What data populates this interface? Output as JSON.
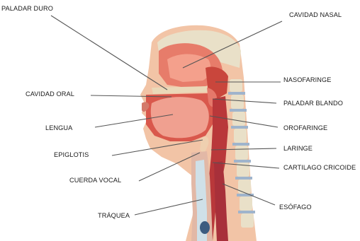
{
  "labels": {
    "paladar_duro": "PALADAR DURO",
    "cavidad_nasal": "CAVIDAD NASAL",
    "nasofaringe": "NASOFARINGE",
    "cavidad_oral": "CAVIDAD ORAL",
    "paladar_blando": "PALADAR BLANDO",
    "lengua": "LENGUA",
    "orofaringe": "OROFARINGE",
    "epiglotis": "EPIGLOTIS",
    "laringe": "LARINGE",
    "cuerda_vocal": "CUERDA VOCAL",
    "cartilago_cricoide": "CARTILAGO CRICOIDE",
    "esofago": "ESÓFAGO",
    "traquea": "TRÁQUEA"
  },
  "colors": {
    "skin": "#f2c4a6",
    "muscle": "#d9584c",
    "cavity": "#f4a08c",
    "bone": "#e9e0c8",
    "vertebra_blue": "#9fb4cc",
    "leader_line": "#555555"
  }
}
